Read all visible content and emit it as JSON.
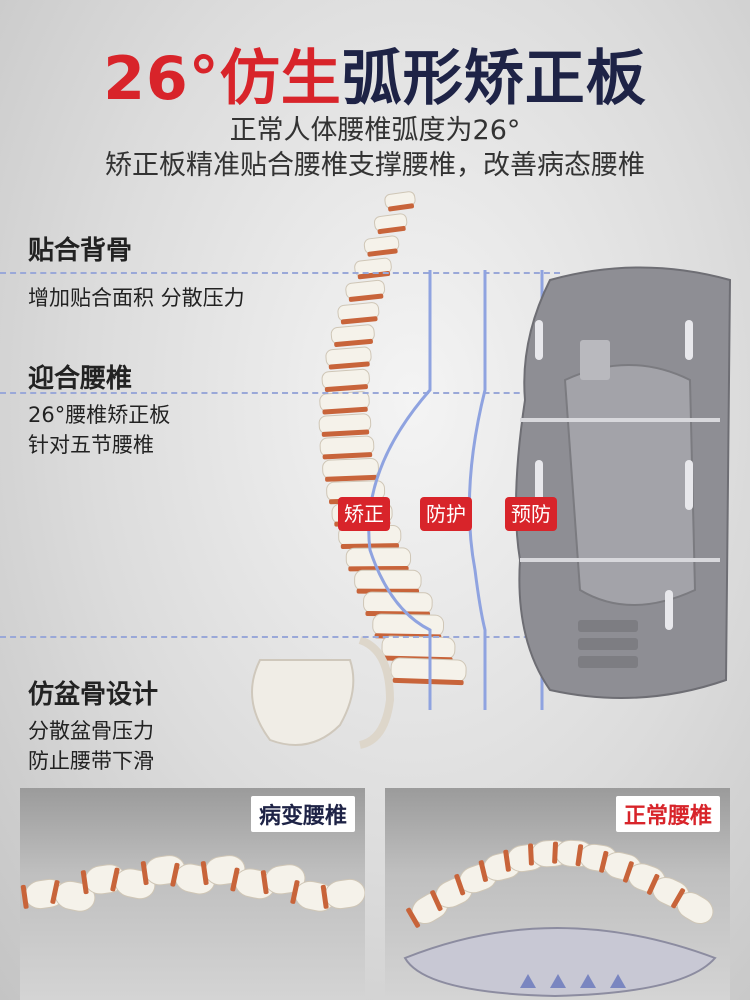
{
  "header": {
    "title_red": "26°仿生",
    "title_dark": "弧形矫正板",
    "line1": "正常人体腰椎弧度为26°",
    "line2": "矫正板精准贴合腰椎支撑腰椎，改善病态腰椎"
  },
  "features": [
    {
      "title": "贴合背骨",
      "desc": [
        "增加贴合面积 分散压力"
      ]
    },
    {
      "title": "迎合腰椎",
      "desc": [
        "26°腰椎矫正板",
        "针对五节腰椎"
      ]
    },
    {
      "title": "仿盆骨设计",
      "desc": [
        "分散盆骨压力",
        "防止腰带下滑"
      ]
    }
  ],
  "badges": [
    "矫正",
    "防护",
    "预防"
  ],
  "panels": {
    "left_label": "病变腰椎",
    "right_label": "正常腰椎"
  },
  "colors": {
    "accent_red": "#d8242a",
    "title_dark": "#1e2346",
    "dash_blue": "#9aa8d8",
    "board_gray": "#8e8e94",
    "vertebra_orange": "#c8643a"
  }
}
